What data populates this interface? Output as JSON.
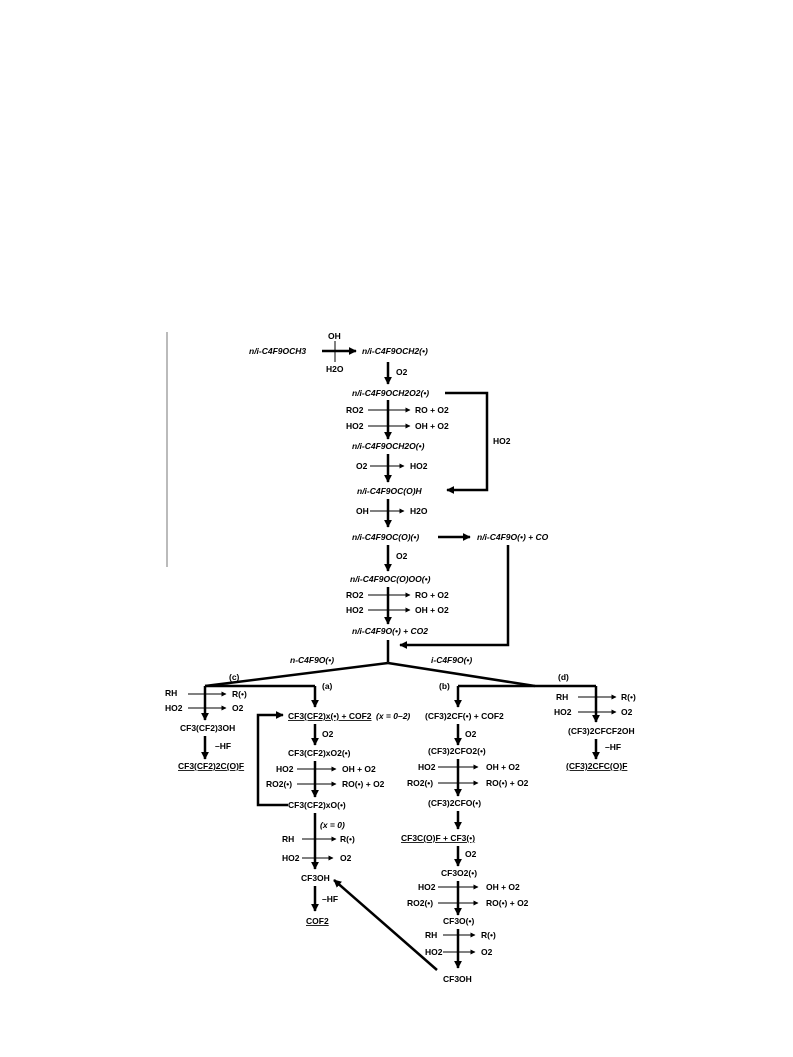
{
  "mechanism": {
    "start": "n/i-C4F9OCH3",
    "oh": "OH",
    "h2o": "H2O",
    "o2": "O2",
    "ho2": "HO2",
    "ro2": "RO2",
    "ro_o2": "RO + O2",
    "oh_o2": "OH + O2",
    "rh": "RH",
    "r_rad": "R(•)",
    "ro2_rad": "RO2(•)",
    "ro_rad_o2": "RO(•) + O2",
    "hf": "–HF",
    "ch2_rad": "n/i-C4F9OCH2(•)",
    "ch2o2_rad": "n/i-C4F9OCH2O2(•)",
    "ch2o_rad": "n/i-C4F9OCH2O(•)",
    "formate": "n/i-C4F9OC(O)H",
    "co_rad": "n/i-C4F9OC(O)(•)",
    "c4f9o_co": "n/i-C4F9O(•) + CO",
    "cooo_rad": "n/i-C4F9OC(O)OO(•)",
    "c4f9o_co2": "n/i-C4F9O(•) + CO2",
    "n_branch": "n-C4F9O(•)",
    "i_branch": "i-C4F9O(•)",
    "label_a": "(a)",
    "label_b": "(b)",
    "label_c": "(c)",
    "label_d": "(d)",
    "c_oh": "CF3(CF2)3OH",
    "c_product": "CF3(CF2)2C(O)F",
    "a_rad": "CF3(CF2)x(•) + COF2",
    "a_range": "(x = 0–2)",
    "a_o2_rad": "CF3(CF2)xO2(•)",
    "a_o_rad": "CF3(CF2)xO(•)",
    "x0": "(x = 0)",
    "cf3oh": "CF3OH",
    "cof2": "COF2",
    "b_rad": "(CF3)2CF(•) + COF2",
    "b_o2": "(CF3)2CFO2(•)",
    "b_o": "(CF3)2CFO(•)",
    "b_split": "CF3C(O)F + CF3(•)",
    "cf3o2": "CF3O2(•)",
    "cf3o": "CF3O(•)",
    "cf3oh_b": "CF3OH",
    "d_oh": "(CF3)2CFCF2OH",
    "d_product": "(CF3)2CFC(O)F"
  }
}
